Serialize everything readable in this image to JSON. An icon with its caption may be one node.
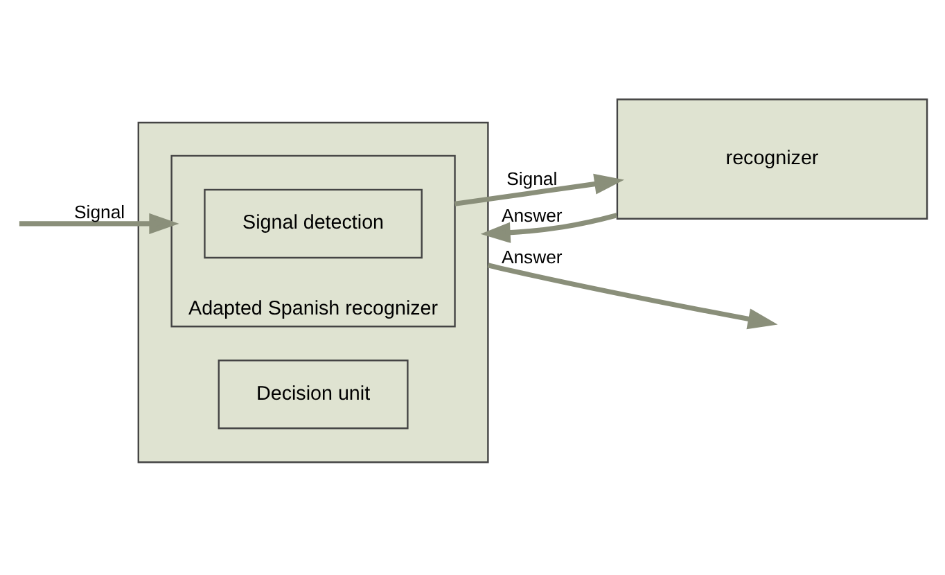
{
  "diagram": {
    "nodes": [
      {
        "text": [],
        "shape": "box"
      },
      {
        "text": [
          "Adapted Spanish recognizer"
        ],
        "in": 0
      },
      {
        "text": [
          "Signal detection"
        ],
        "in": 1
      },
      {
        "text": [
          "Decision unit"
        ],
        "in": 0
      },
      {
        "text": [
          "recognizer"
        ]
      }
    ],
    "edges": [
      {
        "from": null,
        "to": 1,
        "arrow": "to",
        "label": "Signal"
      },
      {
        "from": 0,
        "to": null,
        "arrow": "to",
        "label": "Answer"
      },
      {
        "from": 1,
        "to": 4,
        "arrow": "to",
        "label": "Signal"
      },
      {
        "from": 4,
        "to": 0,
        "arrow": "to",
        "label": "Answer"
      }
    ]
  }
}
